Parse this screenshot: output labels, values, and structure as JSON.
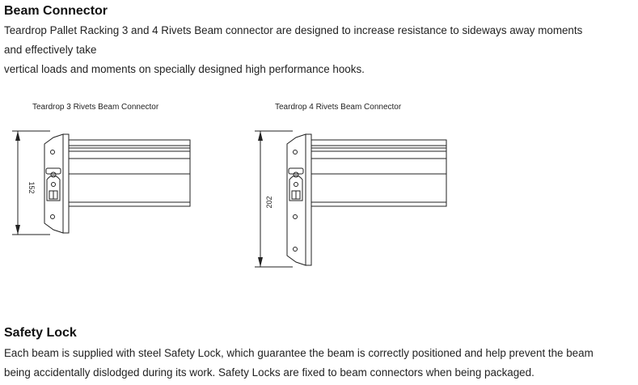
{
  "beam_connector": {
    "title": "Beam Connector",
    "lines": [
      "Teardrop Pallet Racking 3 and 4 Rivets Beam connector are designed to increase resistance to sideways away moments",
      "and effectively take",
      "vertical loads and moments on specially designed high performance hooks."
    ]
  },
  "diagrams": [
    {
      "caption": "Teardrop 3 Rivets Beam Connector",
      "dimension": "152"
    },
    {
      "caption": "Teardrop 4 Rivets Beam Connector",
      "dimension": "202"
    }
  ],
  "safety_lock": {
    "title": "Safety Lock",
    "lines": [
      "Each beam is supplied with steel Safety Lock, which guarantee the beam is correctly positioned and help prevent the beam",
      "being accidentally dislodged during its work. Safety Locks are fixed to beam connectors when being packaged."
    ]
  }
}
